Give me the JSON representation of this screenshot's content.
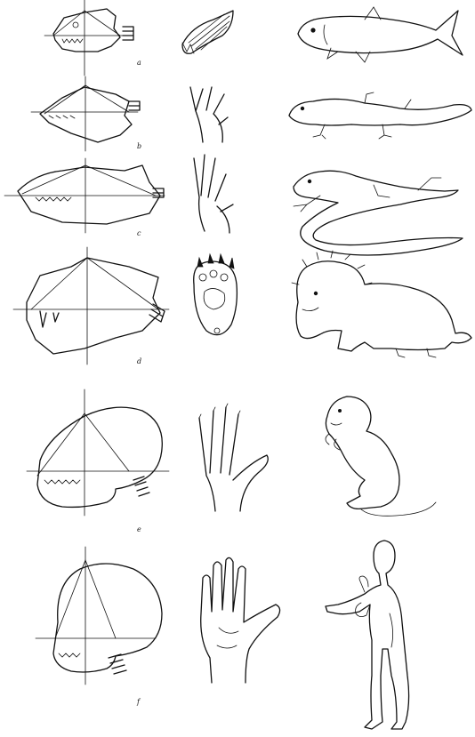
{
  "rows": [
    {
      "label": "a",
      "skull_icon": "fish-skull-icon",
      "limb_icon": "fin-icon",
      "animal_icon": "fish-icon"
    },
    {
      "label": "b",
      "skull_icon": "amphibian-skull-icon",
      "limb_icon": "salamander-foot-icon",
      "animal_icon": "salamander-icon"
    },
    {
      "label": "c",
      "skull_icon": "reptile-skull-icon",
      "limb_icon": "lizard-foot-icon",
      "animal_icon": "lizard-icon"
    },
    {
      "label": "d",
      "skull_icon": "lion-skull-icon",
      "limb_icon": "paw-icon",
      "animal_icon": "lion-icon"
    },
    {
      "label": "e",
      "skull_icon": "monkey-skull-icon",
      "limb_icon": "monkey-hand-icon",
      "animal_icon": "monkey-icon"
    },
    {
      "label": "f",
      "skull_icon": "human-skull-icon",
      "limb_icon": "human-hand-icon",
      "animal_icon": "human-figure-icon"
    }
  ]
}
